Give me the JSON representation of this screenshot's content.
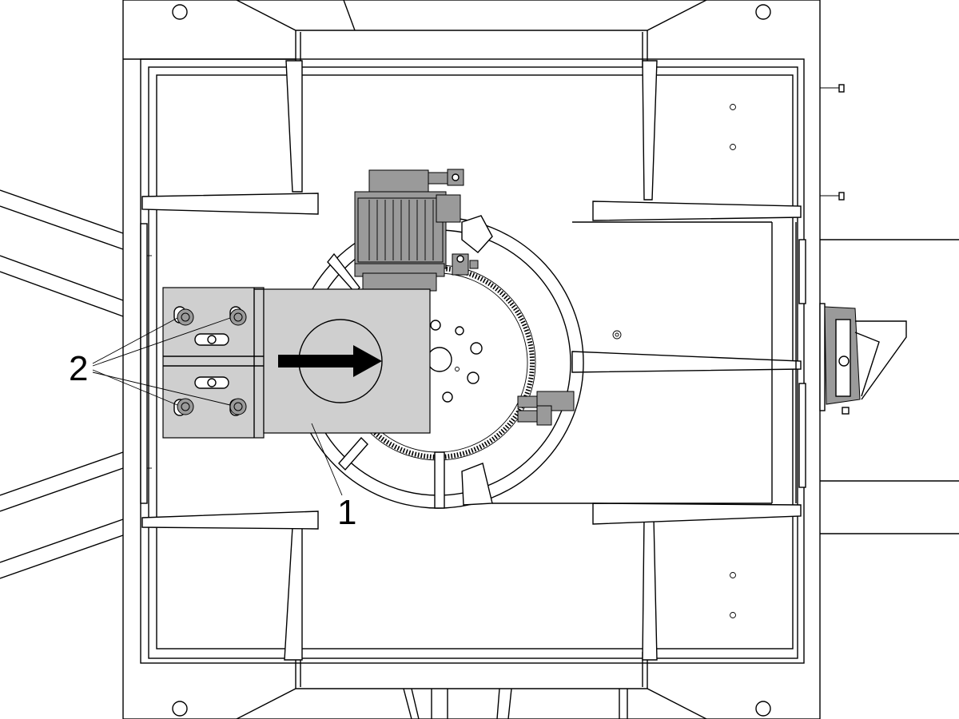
{
  "diagram": {
    "callouts": [
      {
        "id": "1",
        "label": "1"
      },
      {
        "id": "2",
        "label": "2"
      }
    ],
    "colors": {
      "line": "#000000",
      "background": "#ffffff",
      "part_fill": "#cfcfcf",
      "dark_fill": "#9a9a9a",
      "arrow": "#000000"
    }
  }
}
